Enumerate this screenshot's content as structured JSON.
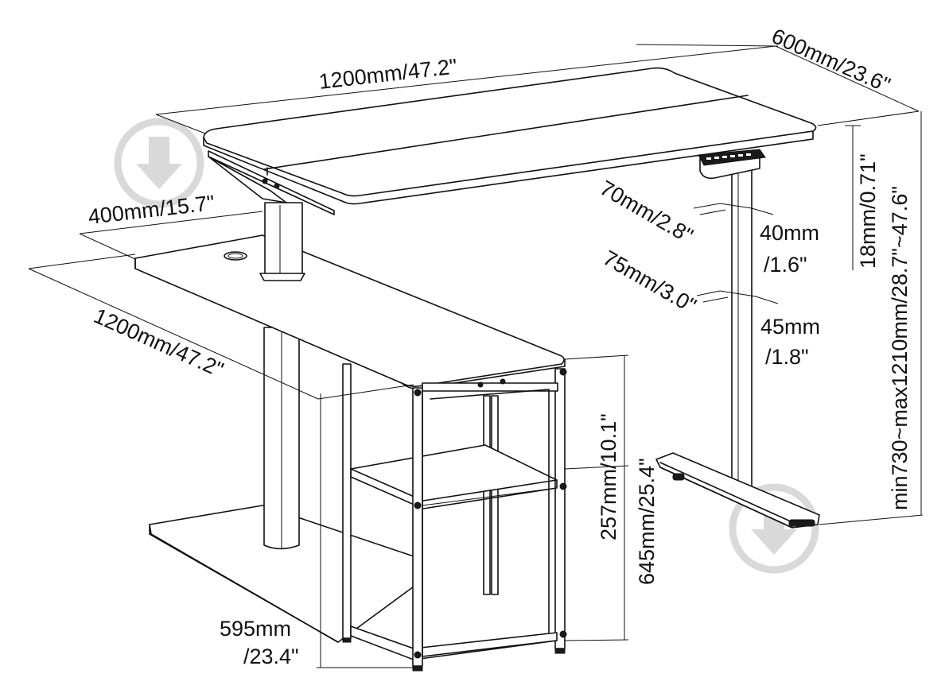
{
  "labels": {
    "main_width": "1200mm/47.2\"",
    "main_depth": "600mm/23.6\"",
    "side_depth": "400mm/15.7\"",
    "side_width": "1200mm/47.2\"",
    "upper_col_a": "70mm/2.8\"",
    "upper_col_b_1": "40mm",
    "upper_col_b_2": "/1.6\"",
    "lower_col_a": "75mm/3.0\"",
    "lower_col_b_1": "45mm",
    "lower_col_b_2": "/1.8\"",
    "top_thickness": "18mm/0.71\"",
    "height_range": "min730~max1210mm/28.7\"~47.6\"",
    "shelf_gap": "257mm/10.1\"",
    "cabinet_height": "645mm/25.4\"",
    "cabinet_depth_1": "595mm",
    "cabinet_depth_2": "/23.4\""
  },
  "colors": {
    "line": "#111111",
    "watermark": "#d9d9d9"
  },
  "watermark_icon": "download-arrow-icon"
}
